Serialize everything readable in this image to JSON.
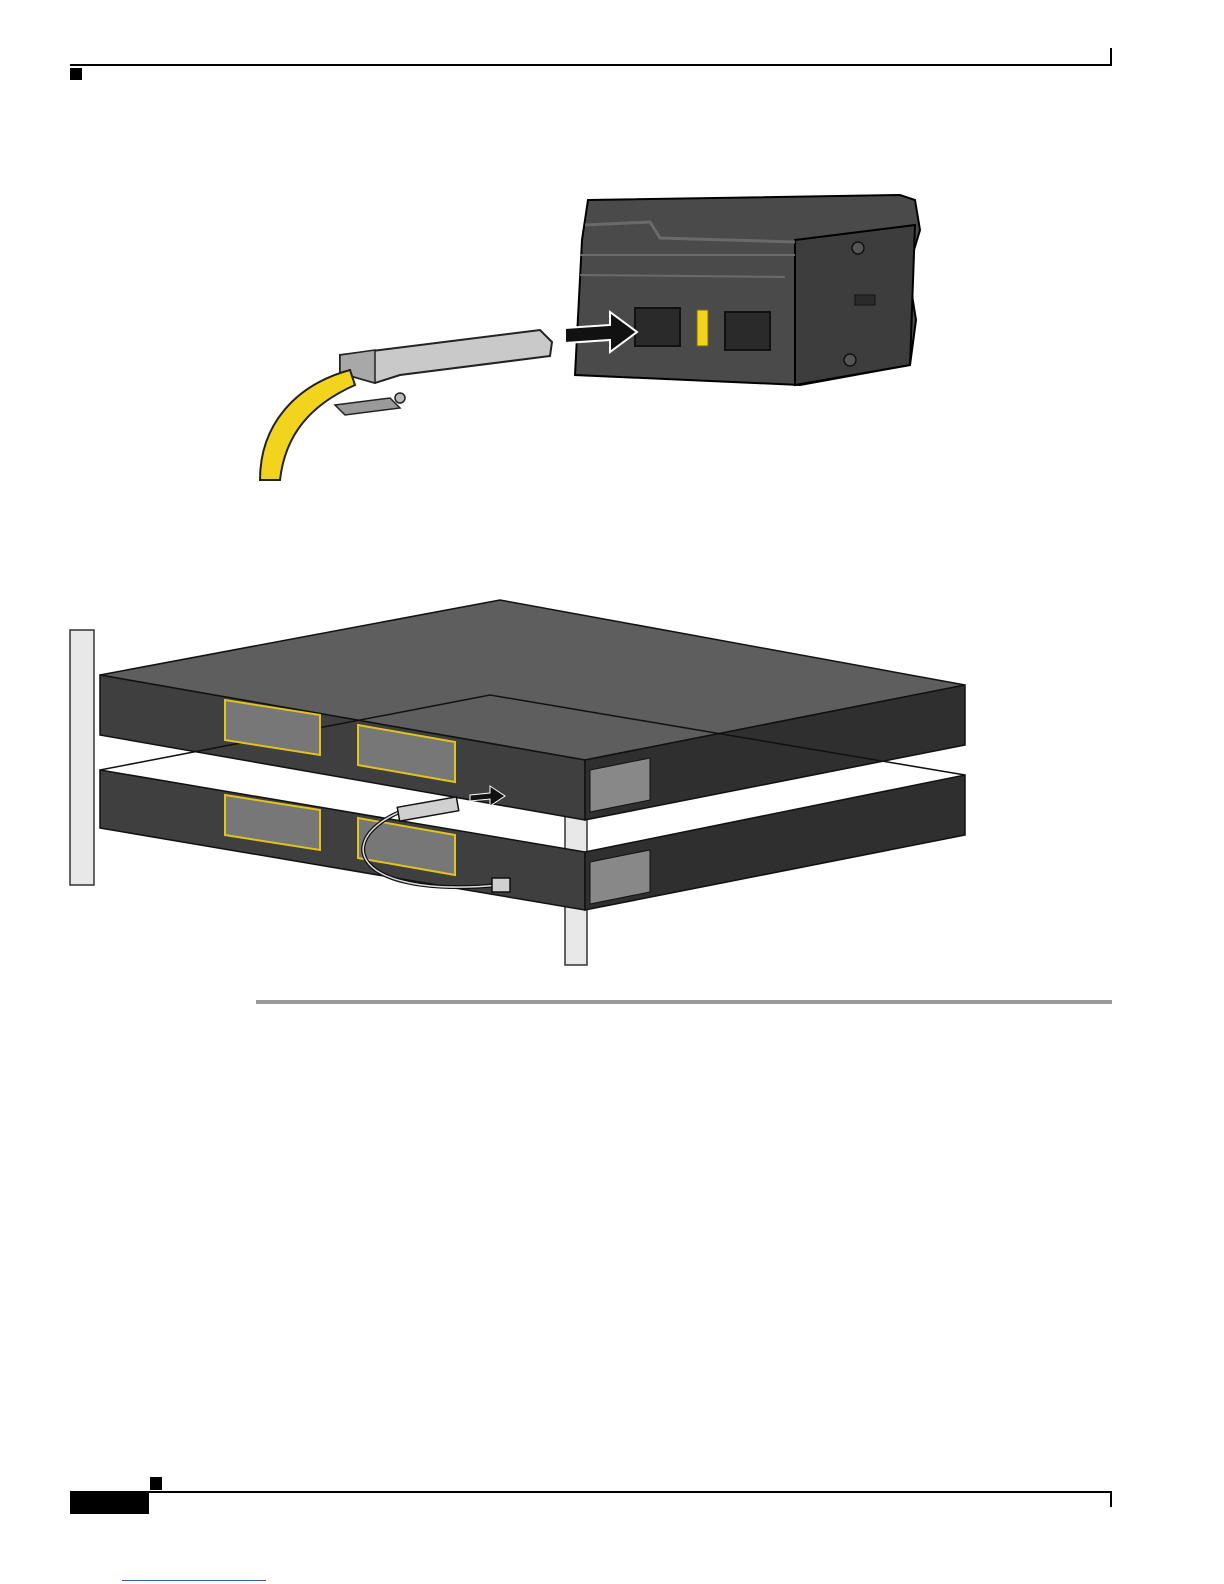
{
  "page": {
    "header": {},
    "figures": [
      {
        "kind": "illustration",
        "subject": "cable-module-insertion-closeup"
      },
      {
        "kind": "illustration",
        "subject": "two-stacked-switches-with-stack-cable"
      }
    ],
    "footer": {}
  }
}
